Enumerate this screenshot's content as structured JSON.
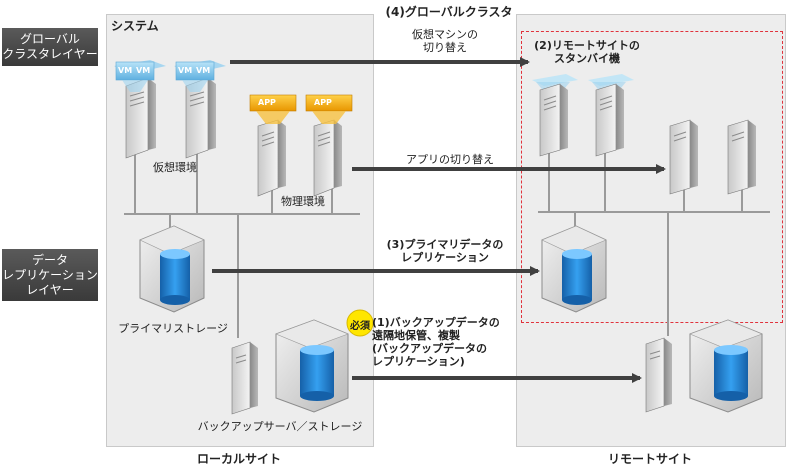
{
  "layers": {
    "global_cluster": "グローバル\nクラスタレイヤー",
    "data_replication": "データ\nレプリケーション\nレイヤー"
  },
  "sites": {
    "system": "システム",
    "local": "ローカルサイト",
    "remote": "リモートサイト"
  },
  "labels": {
    "global_cluster_title": "(4)グローバルクラスタ",
    "vm_switch": "仮想マシンの\n切り替え",
    "standby": "(2)リモートサイトの\nスタンバイ機",
    "app_switch": "アプリの切り替え",
    "virtual_env": "仮想環境",
    "physical_env": "物理環境",
    "primary_replication": "(3)プライマリデータの\nレプリケーション",
    "primary_storage": "プライマリストレージ",
    "required": "必須",
    "backup_text": "(1)バックアップデータの\n遠隔地保管、複製\n(バックアップデータの\nレプリケーション)",
    "backup_server": "バックアップサーバ／ストレージ"
  },
  "badges": {
    "vm": "VM",
    "app": "APP"
  },
  "colors": {
    "accent_red": "#e0323c",
    "arrow": "#404040",
    "disk_blue": "#1f7fd0",
    "app_orange": "#f0a400",
    "vm_blue": "#7cc3ea"
  }
}
